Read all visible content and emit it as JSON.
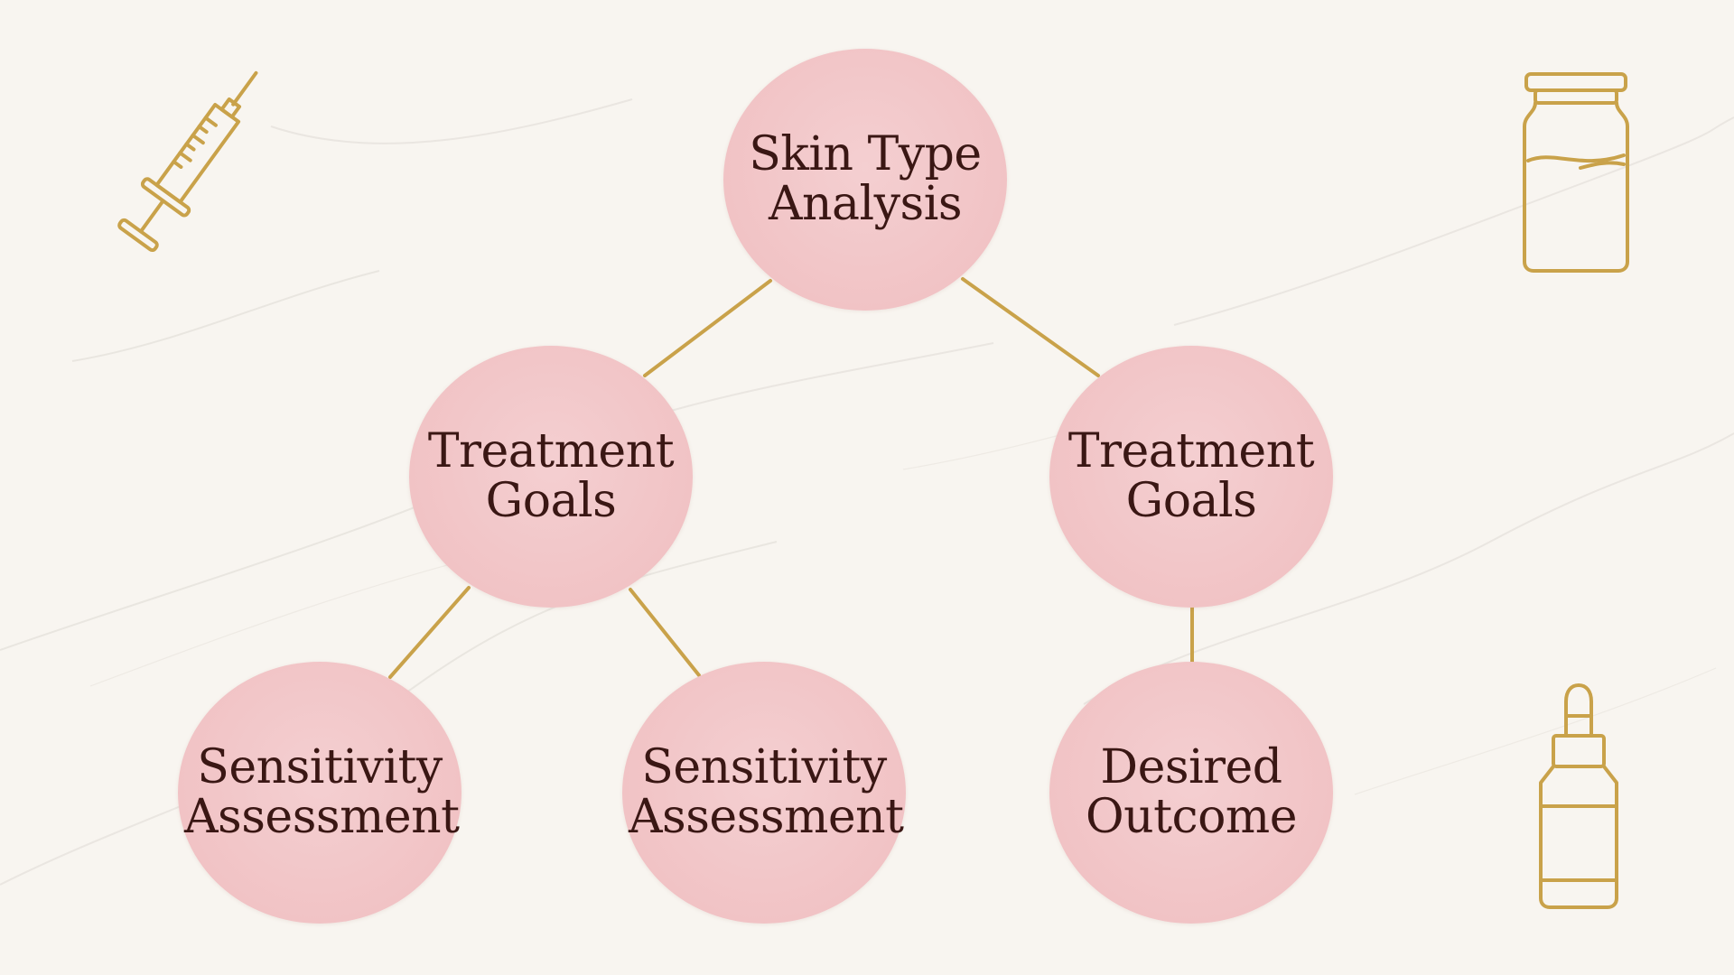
{
  "diagram": {
    "root": {
      "label": "Skin Type Analysis"
    },
    "level2": [
      {
        "label": "Treatment Goals"
      },
      {
        "label": "Treatment Goals"
      }
    ],
    "level3": [
      {
        "label": "Sensitivity Assessment"
      },
      {
        "label": "Sensitivity Assessment"
      },
      {
        "label": "Desired Outcome"
      }
    ]
  },
  "icons": [
    "syringe-icon",
    "vial-icon",
    "dropper-bottle-icon"
  ],
  "colors": {
    "background": "#f8f5f0",
    "node_fill": "#f2c6c8",
    "node_text": "#3a1714",
    "connector_gold": "#c9a24a"
  }
}
